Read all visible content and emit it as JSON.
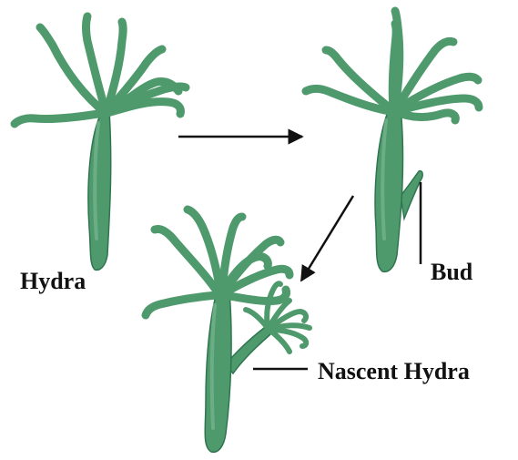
{
  "labels": {
    "hydra": "Hydra",
    "bud": "Bud",
    "nascent_hydra": "Nascent Hydra"
  },
  "colors": {
    "body_fill": "#4f9a6c",
    "body_highlight": "#78b690",
    "body_outline": "#2f7550",
    "arrow": "#111111"
  },
  "stages": [
    "Hydra",
    "Bud",
    "Nascent Hydra"
  ]
}
